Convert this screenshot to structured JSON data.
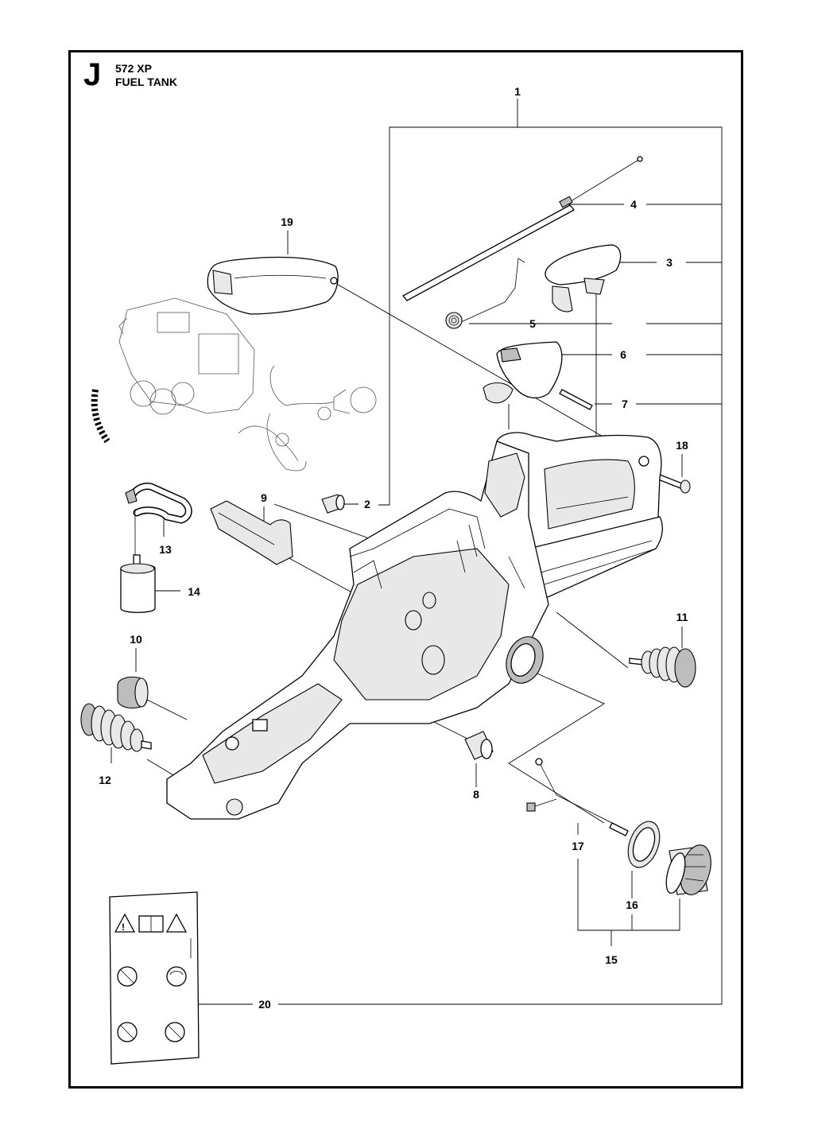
{
  "header": {
    "section_letter": "J",
    "model": "572 XP",
    "title": "FUEL TANK"
  },
  "callouts": {
    "c1": "1",
    "c2": "2",
    "c3": "3",
    "c4": "4",
    "c5": "5",
    "c6": "6",
    "c7": "7",
    "c8": "8",
    "c9": "9",
    "c10": "10",
    "c11": "11",
    "c12": "12",
    "c13": "13",
    "c14": "14",
    "c15": "15",
    "c16": "16",
    "c17": "17",
    "c18": "18",
    "c19": "19",
    "c20": "20"
  },
  "colors": {
    "line": "#000000",
    "fill_light": "#e8e8e8",
    "fill_mid": "#bdbdbd",
    "background": "#ffffff"
  }
}
